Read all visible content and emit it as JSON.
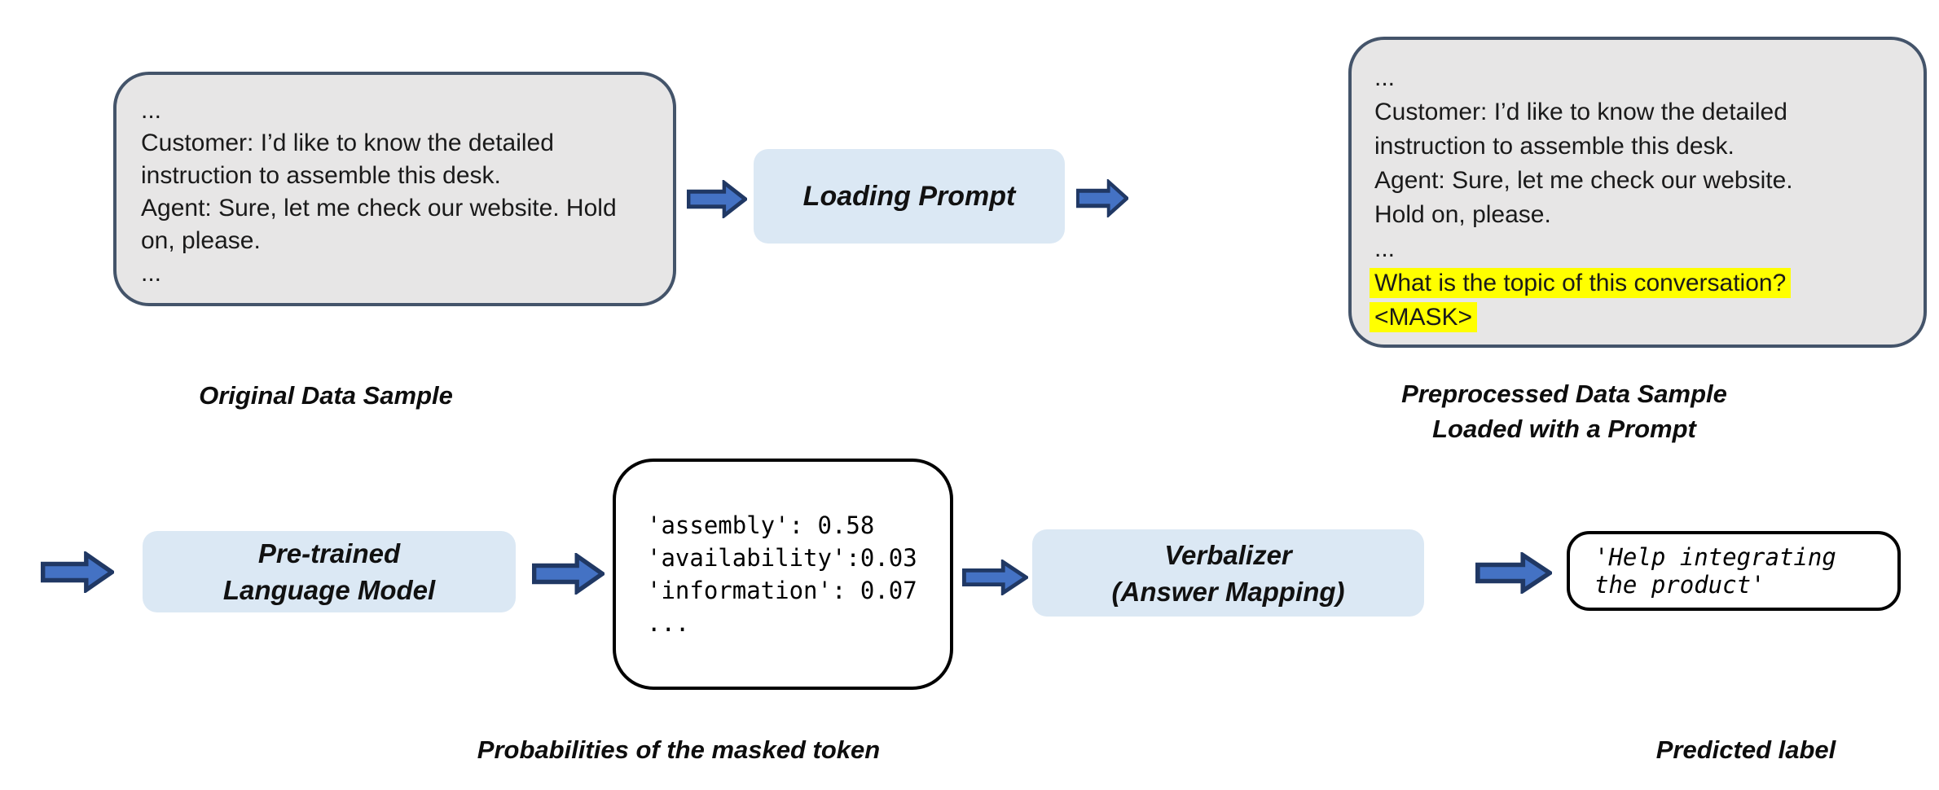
{
  "figure": {
    "original_box": {
      "lines": [
        "...",
        "Customer: I’d like to know the detailed",
        "instruction to assemble this desk.",
        "Agent: Sure, let me check our website. Hold",
        "on, please.",
        "..."
      ],
      "caption": "Original Data Sample"
    },
    "loading_prompt_box": {
      "label": "Loading Prompt"
    },
    "preprocessed_box": {
      "lines": [
        "...",
        "Customer: I’d like to know the detailed",
        "instruction to assemble this desk.",
        "Agent: Sure, let me check our website.",
        "Hold on, please.",
        "..."
      ],
      "highlighted_lines": [
        "What is the topic of this conversation?",
        "<MASK>"
      ],
      "caption_lines": [
        "Preprocessed Data Sample",
        "Loaded with a Prompt"
      ]
    },
    "plm_box": {
      "label_lines": [
        "Pre-trained",
        "Language Model"
      ]
    },
    "probabilities_box": {
      "lines": [
        "'assembly': 0.58",
        "'availability':0.03",
        "'information': 0.07",
        "..."
      ],
      "caption": "Probabilities of the masked token"
    },
    "verbalizer_box": {
      "label_lines": [
        "Verbalizer",
        "(Answer Mapping)"
      ]
    },
    "predicted_box": {
      "lines": [
        "'Help integrating",
        "the product'"
      ],
      "caption": "Predicted label"
    }
  },
  "colors": {
    "arrow_fill": "#4472C4",
    "arrow_border": "#203864",
    "box_gray": "#E7E6E6",
    "box_gray_border": "#44546A",
    "box_blue": "#DBE8F4",
    "highlight": "#FFFF00",
    "white_box_border": "#000000"
  }
}
